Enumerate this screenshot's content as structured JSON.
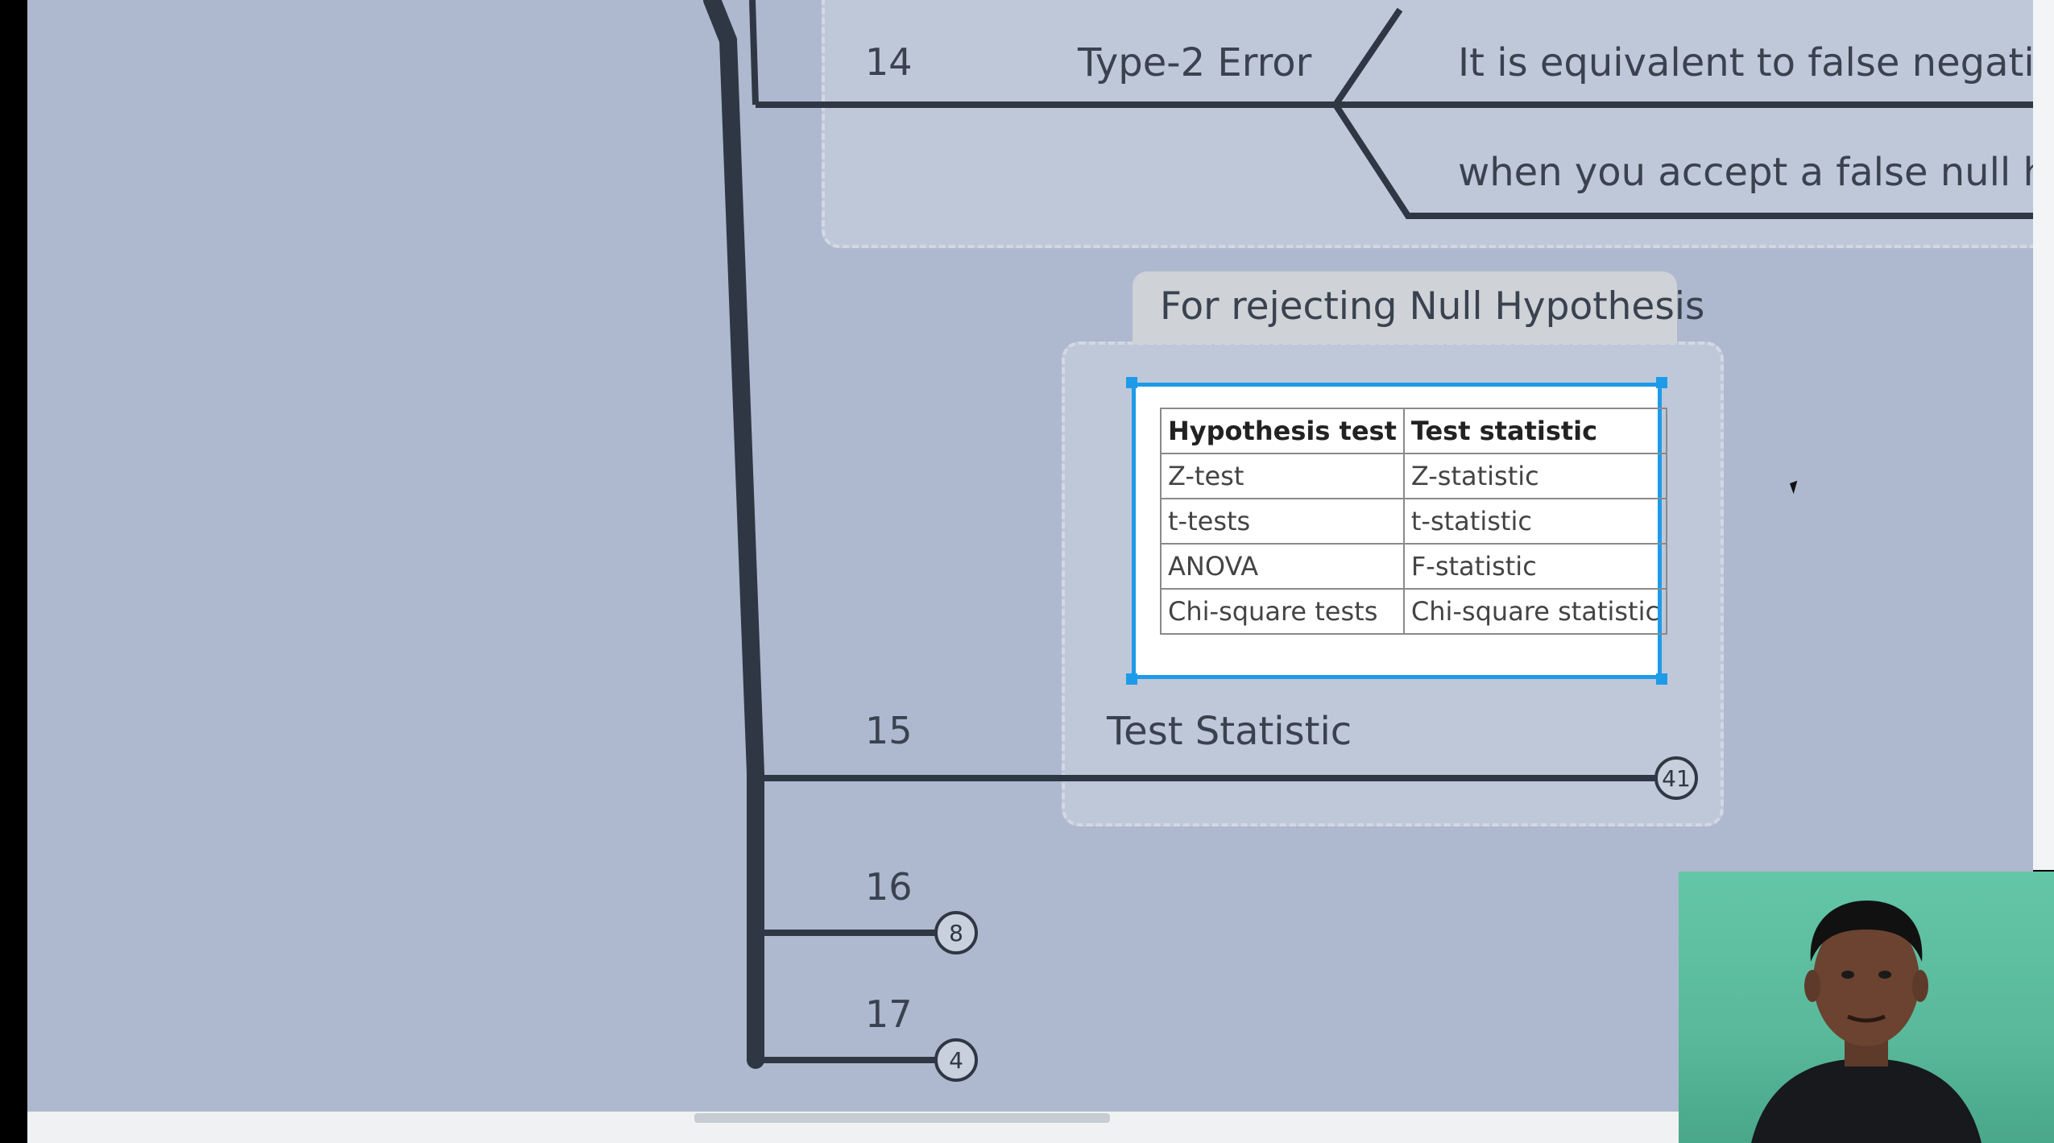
{
  "nodes": {
    "n14": {
      "number": "14",
      "label": "Type-2 Error"
    },
    "n15": {
      "number": "15",
      "label": "Test Statistic",
      "badge": "41"
    },
    "n16": {
      "number": "16",
      "badge": "8"
    },
    "n17": {
      "number": "17",
      "badge": "4"
    }
  },
  "type2_branches": [
    "It is equivalent to false negatives",
    "when you accept a false null hypo"
  ],
  "callout": {
    "text": "For rejecting Null Hypothesis"
  },
  "stat_table": {
    "headers": [
      "Hypothesis test",
      "Test statistic"
    ],
    "rows": [
      [
        "Z-test",
        "Z-statistic"
      ],
      [
        "t-tests",
        "t-statistic"
      ],
      [
        "ANOVA",
        "F-statistic"
      ],
      [
        "Chi-square tests",
        "Chi-square statistic"
      ]
    ]
  },
  "colors": {
    "canvas": "#aeb9cf",
    "branch_line": "#2f3744",
    "selection": "#1e9be8"
  }
}
